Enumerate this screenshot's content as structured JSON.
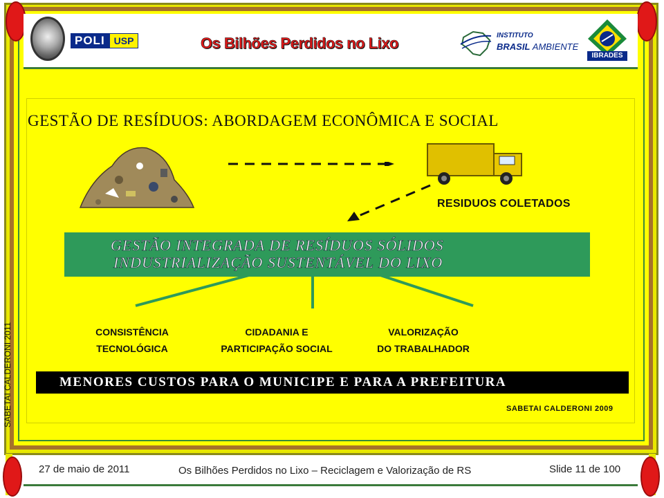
{
  "header": {
    "title": "Os Bilhões Perdidos no Lixo",
    "logo_poli": "POLI",
    "logo_usp": "USP",
    "instituto_line1": "INSTITUTO",
    "instituto_line2a": "BRASIL",
    "instituto_line2b": "AMBIENTE",
    "ibrades": "IBRADES"
  },
  "slide": {
    "heading": "GESTÃO DE RESÍDUOS: ABORDAGEM ECONÔMICA E SOCIAL",
    "residuos_coletados": "RESIDUOS COLETADOS",
    "green_box_line1": "GESTÃO INTEGRADA DE RESÍDUOS SÓLIDOS",
    "green_box_line2": "INDUSTRIALIZAÇÃO SUSTENTÁVEL DO LIXO",
    "columns": [
      {
        "line1": "CONSISTÊNCIA",
        "line2": "TECNOLÓGICA"
      },
      {
        "line1": "CIDADANIA E",
        "line2": "PARTICIPAÇÃO SOCIAL"
      },
      {
        "line1": "VALORIZAÇÃO",
        "line2": "DO TRABALHADOR"
      }
    ],
    "black_bar": "MENORES CUSTOS PARA O MUNICIPE E PARA A PREFEITURA",
    "credit": "SABETAI CALDERONI 2009",
    "side_text": "SABETAI CALDERONI 2011"
  },
  "footer": {
    "date": "27 de maio de 2011",
    "center": "Os Bilhões Perdidos no Lixo – Reciclagem e Valorização de RS",
    "slide_counter": "Slide 11 de 100"
  },
  "colors": {
    "background": "#ffff00",
    "frame_brown": "#a6722a",
    "corner_red": "#e01818",
    "green_box": "#2e9a5a",
    "title_red": "#e01818",
    "logo_blue": "#0a2a8a"
  },
  "icons": [
    "seal-logo-icon",
    "brazil-map-icon",
    "ibrades-diamond-icon",
    "trash-pile-icon",
    "garbage-truck-icon"
  ]
}
